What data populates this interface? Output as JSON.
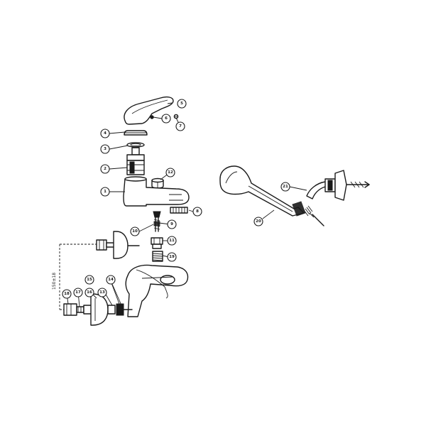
{
  "callouts": {
    "c1": "1",
    "c2": "2",
    "c3": "3",
    "c4": "4",
    "c5": "5",
    "c6": "6",
    "c7": "7",
    "c8": "8",
    "c9": "9",
    "c10": "10",
    "c11": "11",
    "c12": "12",
    "c13": "13",
    "c14": "14",
    "c15": "15",
    "c16": "16",
    "c17": "17",
    "c18": "18",
    "c19": "19",
    "c20": "20",
    "c21": "21"
  },
  "dimension_label": "150±18"
}
